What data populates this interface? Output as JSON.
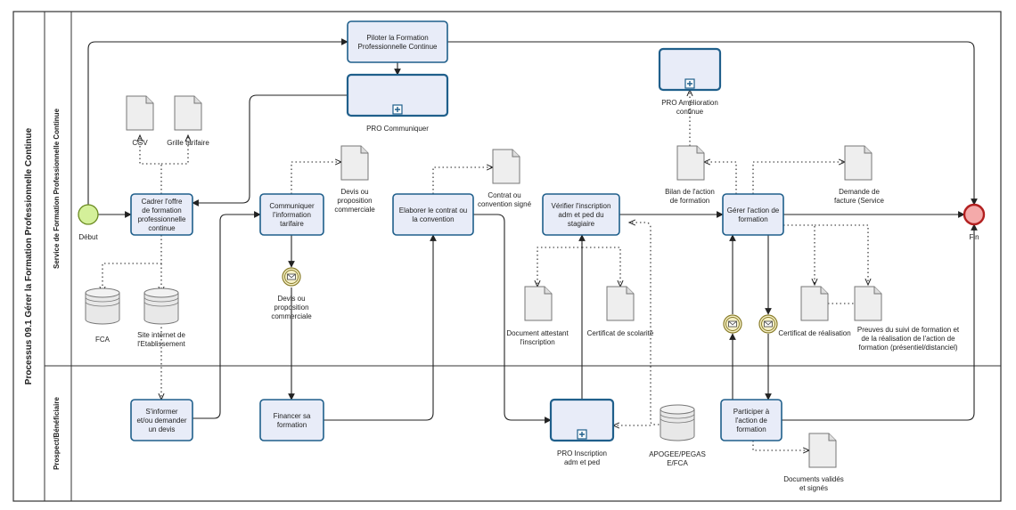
{
  "pool": {
    "title": "Processus 09.1 Gérer la Formation Professionnelle Continue"
  },
  "lanes": [
    {
      "id": "service",
      "title": "Service de Formation Professionnelle Continue"
    },
    {
      "id": "prospect",
      "title": "Prospect/Bénéficiaire"
    }
  ],
  "tasks": [
    {
      "id": "piloter",
      "lines": [
        "Piloter la Formation",
        "Professionnelle Continue"
      ]
    },
    {
      "id": "cadrer",
      "lines": [
        "Cadrer l'offre",
        "de formation",
        "professionnelle",
        "continue"
      ]
    },
    {
      "id": "communiquer_info",
      "lines": [
        "Communiquer",
        "l'information",
        "tarifaire"
      ]
    },
    {
      "id": "elaborer",
      "lines": [
        "Elaborer le contrat ou",
        "la convention"
      ]
    },
    {
      "id": "verifier",
      "lines": [
        "Vérifier l'inscription",
        "adm et ped du",
        "stagiaire"
      ]
    },
    {
      "id": "gerer",
      "lines": [
        "Gérer l'action de",
        "formation"
      ]
    },
    {
      "id": "sinformer",
      "lines": [
        "S'informer",
        "et/ou demander",
        "un devis"
      ]
    },
    {
      "id": "financer",
      "lines": [
        "Financer sa",
        "formation"
      ]
    },
    {
      "id": "participer",
      "lines": [
        "Participer à",
        "l'action de",
        "formation"
      ]
    }
  ],
  "subprocesses": [
    {
      "id": "pro_communiquer",
      "lines": [
        "PRO Communiquer"
      ]
    },
    {
      "id": "pro_amelioration",
      "lines": [
        "PRO Amélioration",
        "continue"
      ]
    },
    {
      "id": "pro_inscription",
      "lines": [
        "PRO Inscription",
        "adm et ped"
      ]
    }
  ],
  "events": [
    {
      "id": "debut",
      "type": "start",
      "label": "Début"
    },
    {
      "id": "fin",
      "type": "end",
      "label": "Fin"
    }
  ],
  "message_events": [
    {
      "id": "msg_devis",
      "lines": [
        "Devis ou",
        "proposition",
        "commerciale"
      ]
    },
    {
      "id": "msg_gerer_1",
      "lines": []
    },
    {
      "id": "msg_gerer_2",
      "lines": []
    }
  ],
  "documents": [
    {
      "id": "cgv",
      "lines": [
        "CGV"
      ]
    },
    {
      "id": "grille",
      "lines": [
        "Grille tarifaire"
      ]
    },
    {
      "id": "devis",
      "lines": [
        "Devis ou",
        "proposition",
        "commerciale"
      ]
    },
    {
      "id": "contrat",
      "lines": [
        "Contrat ou",
        "convention signé"
      ]
    },
    {
      "id": "bilan",
      "lines": [
        "Bilan de l'action",
        "de formation"
      ]
    },
    {
      "id": "demande_facture",
      "lines": [
        "Demande de",
        "facture (Service"
      ]
    },
    {
      "id": "doc_attestant",
      "lines": [
        "Document attestant",
        "l'inscription"
      ]
    },
    {
      "id": "certif_scolarite",
      "lines": [
        "Certificat de scolarité"
      ]
    },
    {
      "id": "certif_realisation",
      "lines": [
        "Certificat de réalisation"
      ]
    },
    {
      "id": "preuves",
      "lines": [
        "Preuves du suivi de formation et",
        "de la réalisation de l'action de",
        "formation (présentiel/distanciel)"
      ]
    },
    {
      "id": "docs_valides",
      "lines": [
        "Documents validés",
        "et signés"
      ]
    }
  ],
  "datastores": [
    {
      "id": "fca",
      "lines": [
        "FCA"
      ]
    },
    {
      "id": "site",
      "lines": [
        "Site internet de",
        "l'Etablissement"
      ]
    },
    {
      "id": "apogee",
      "lines": [
        "APOGEE/PEGAS",
        "E/FCA"
      ]
    }
  ],
  "colors": {
    "task_fill": "#e8ecf8",
    "task_stroke": "#1f5f8b",
    "start_fill": "#d4f09a",
    "start_stroke": "#6a8a20",
    "end_fill": "#f4aaaa",
    "end_stroke": "#b21f1f",
    "message_fill": "#f5f0c8",
    "message_stroke": "#8a7d2a",
    "line": "#222222"
  }
}
